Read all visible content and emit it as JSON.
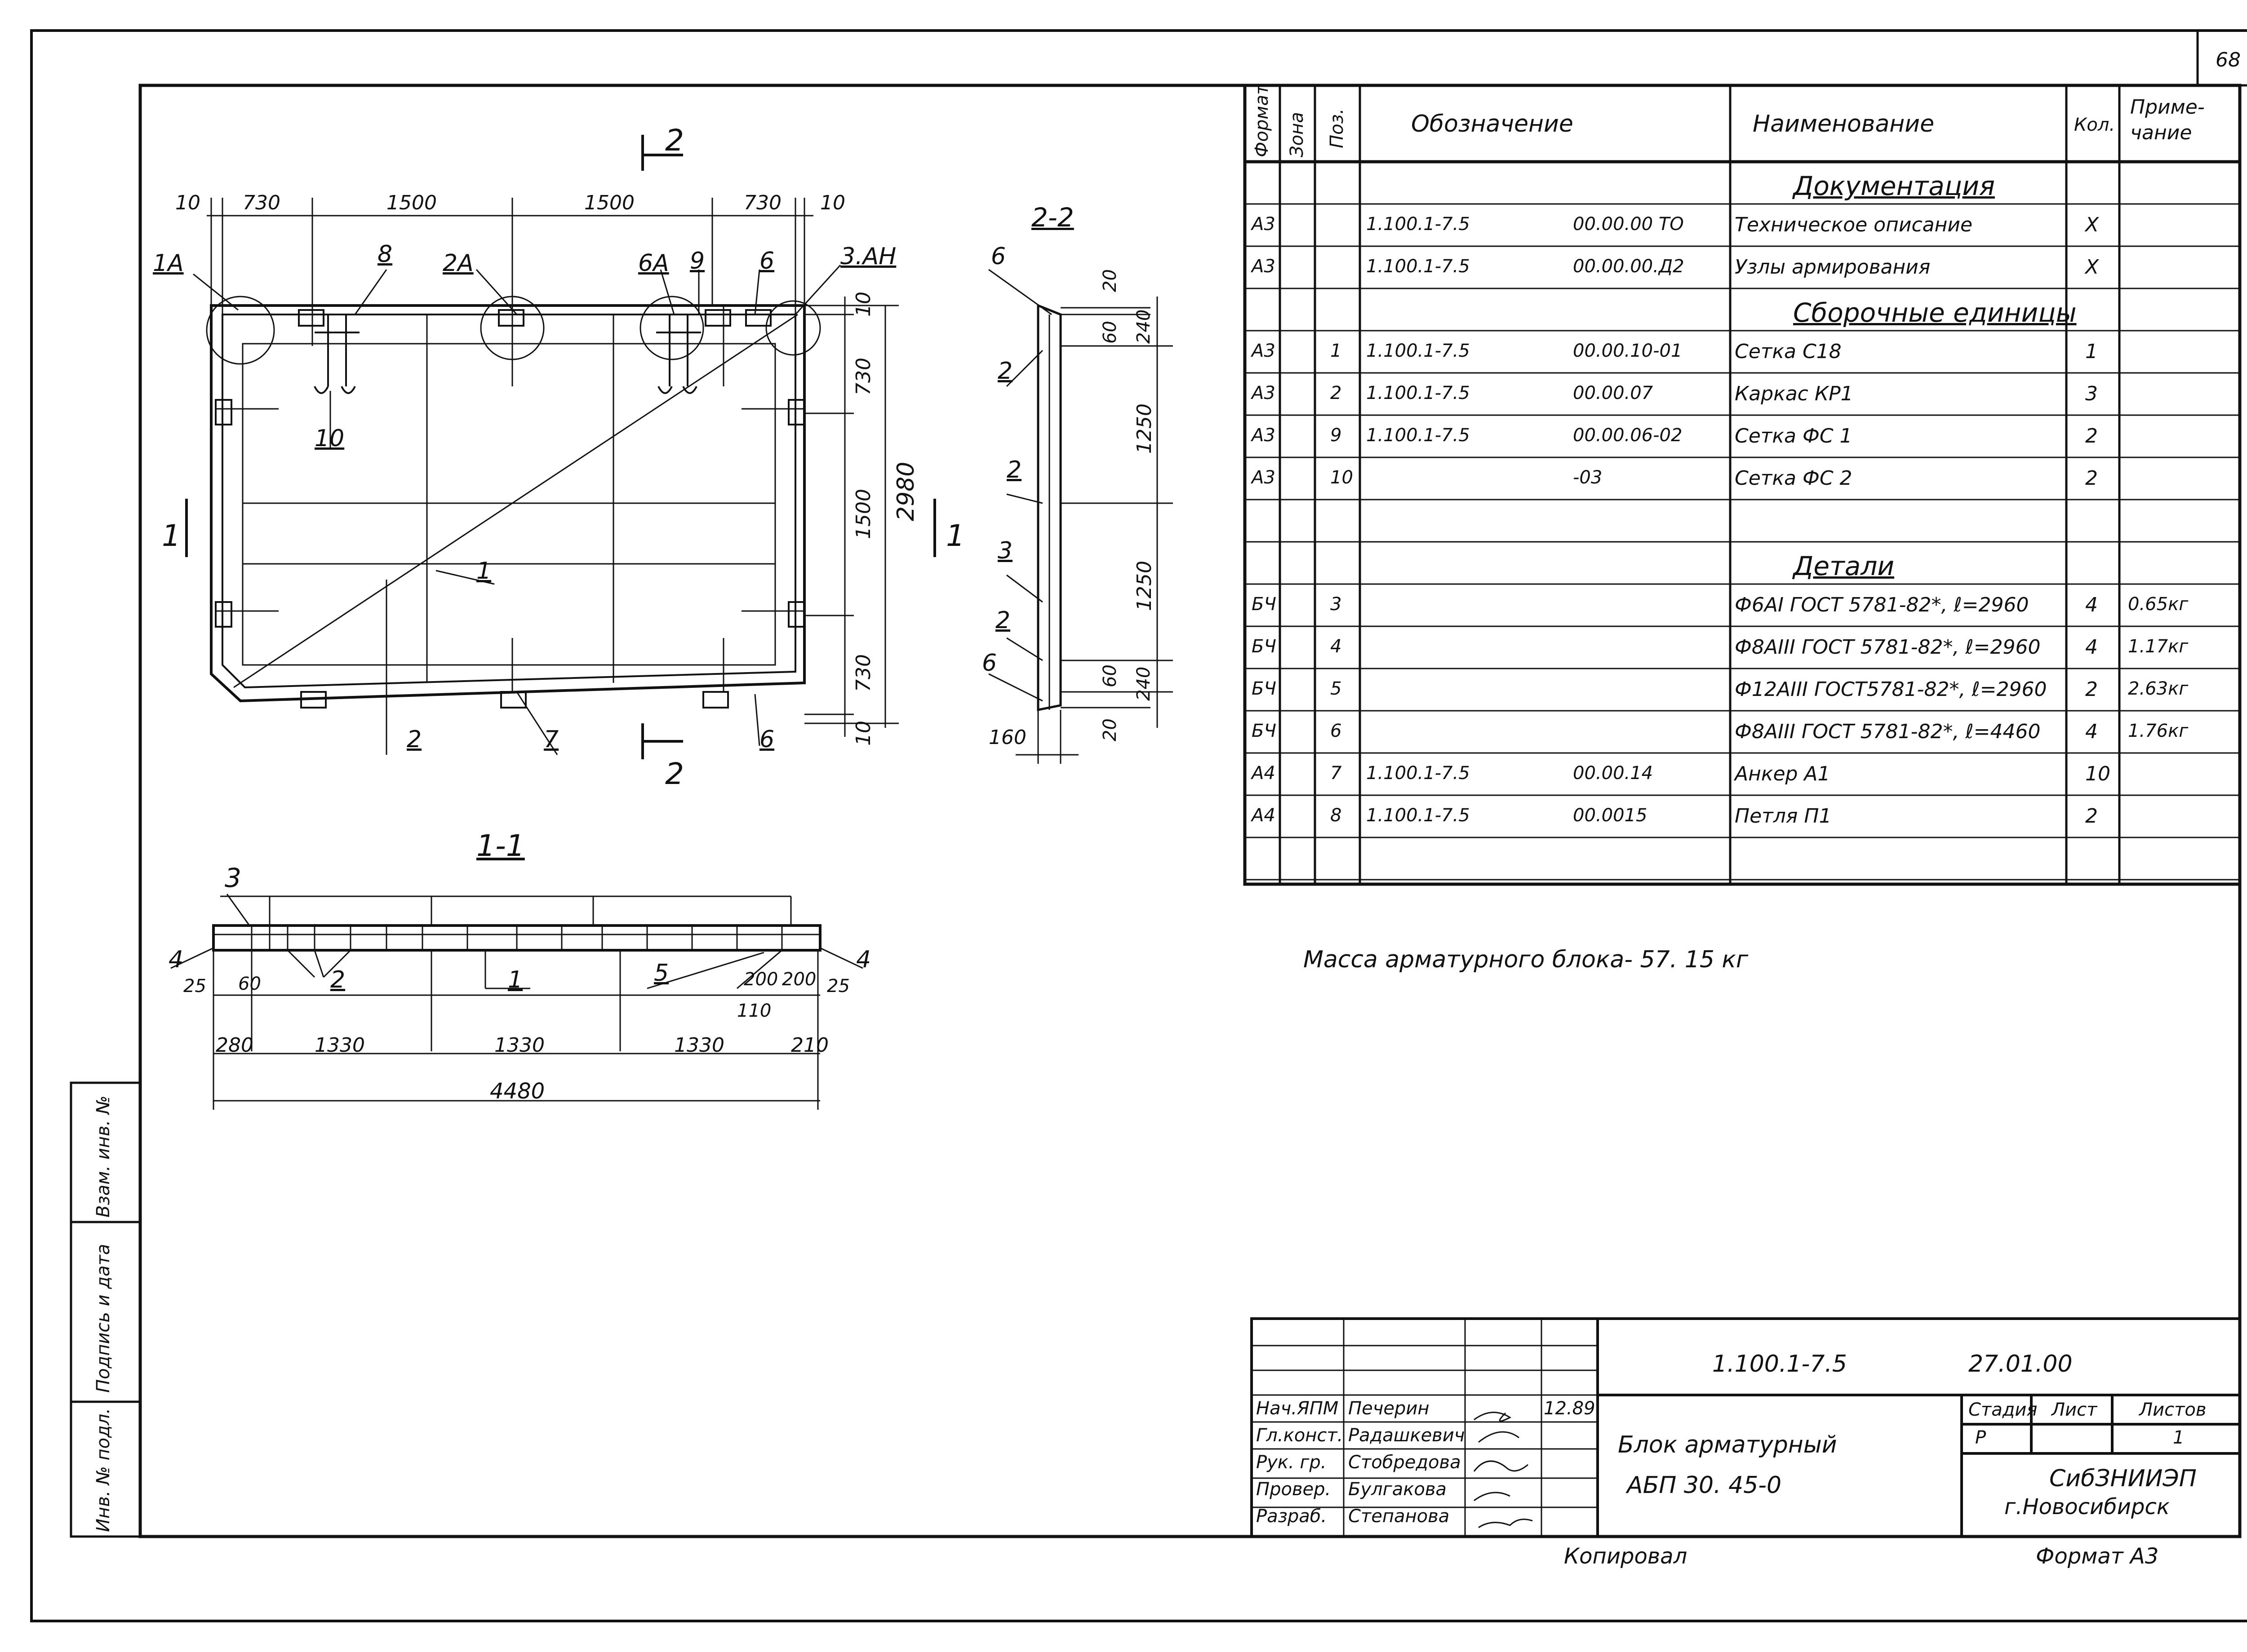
{
  "sheet_number": "68",
  "drawing": {
    "top_dims": [
      "10",
      "730",
      "1500",
      "1500",
      "730",
      "10"
    ],
    "side_dims": [
      "10",
      "730",
      "1500",
      "730",
      "10"
    ],
    "overall_height": "2980",
    "callouts_top": [
      "1A",
      "8",
      "2A",
      "6A",
      "9",
      "6",
      "3.AH"
    ],
    "callout_10": "10",
    "mark_2": "2",
    "mark_1": "1",
    "mark_7": "7",
    "mark_6": "6",
    "diag_1": "1"
  },
  "section_22": {
    "title": "2-2",
    "dims": [
      "20",
      "60",
      "240",
      "1250",
      "1250",
      "60",
      "240",
      "20"
    ],
    "width": "160",
    "labels": [
      "6",
      "2",
      "2",
      "3",
      "2",
      "6"
    ]
  },
  "section_11": {
    "title": "1-1",
    "label3": "3",
    "label4": "4",
    "label25": "25",
    "label60": "60",
    "label2": "2",
    "label1": "1",
    "label5": "5",
    "label200a": "200",
    "label200b": "200",
    "label110": "110",
    "dims": [
      "280",
      "1330",
      "1330",
      "1330",
      "210"
    ],
    "overall": "4480"
  },
  "spec_table": {
    "headers": {
      "format": "Формат",
      "zone": "Зона",
      "pos": "Поз.",
      "designation": "Обозначение",
      "name": "Наименование",
      "qty": "Кол.",
      "note": "Приме-\nчание"
    },
    "rows": [
      {
        "type": "section",
        "name": "Документация"
      },
      {
        "format": "А3",
        "pos": "",
        "des1": "1.100.1-7.5",
        "des2": "00.00.00 ТО",
        "name": "Техническое описание",
        "qty": "Х",
        "note": ""
      },
      {
        "format": "А3",
        "pos": "",
        "des1": "1.100.1-7.5",
        "des2": "00.00.00.Д2",
        "name": "Узлы армирования",
        "qty": "Х",
        "note": ""
      },
      {
        "type": "section",
        "name": "Сборочные единицы"
      },
      {
        "format": "А3",
        "pos": "1",
        "des1": "1.100.1-7.5",
        "des2": "00.00.10-01",
        "name": "Сетка С18",
        "qty": "1",
        "note": ""
      },
      {
        "format": "А3",
        "pos": "2",
        "des1": "1.100.1-7.5",
        "des2": "00.00.07",
        "name": "Каркас КР1",
        "qty": "3",
        "note": ""
      },
      {
        "format": "А3",
        "pos": "9",
        "des1": "1.100.1-7.5",
        "des2": "00.00.06-02",
        "name": "Сетка ФС 1",
        "qty": "2",
        "note": ""
      },
      {
        "format": "А3",
        "pos": "10",
        "des1": "",
        "des2": "-03",
        "name": "Сетка ФС 2",
        "qty": "2",
        "note": ""
      },
      {
        "type": "blank"
      },
      {
        "type": "section",
        "name": "Детали"
      },
      {
        "format": "БЧ",
        "pos": "3",
        "des1": "",
        "des2": "",
        "name": "Ф6АI ГОСТ 5781-82*, ℓ=2960",
        "qty": "4",
        "note": "0.65кг"
      },
      {
        "format": "БЧ",
        "pos": "4",
        "des1": "",
        "des2": "",
        "name": "Ф8АIII ГОСТ 5781-82*, ℓ=2960",
        "qty": "4",
        "note": "1.17кг"
      },
      {
        "format": "БЧ",
        "pos": "5",
        "des1": "",
        "des2": "",
        "name": "Ф12АIII ГОСТ5781-82*, ℓ=2960",
        "qty": "2",
        "note": "2.63кг"
      },
      {
        "format": "БЧ",
        "pos": "6",
        "des1": "",
        "des2": "",
        "name": "Ф8АIII ГОСТ 5781-82*, ℓ=4460",
        "qty": "4",
        "note": "1.76кг"
      },
      {
        "format": "А4",
        "pos": "7",
        "des1": "1.100.1-7.5",
        "des2": "00.00.14",
        "name": "Анкер А1",
        "qty": "10",
        "note": ""
      },
      {
        "format": "А4",
        "pos": "8",
        "des1": "1.100.1-7.5",
        "des2": "00.0015",
        "name": "Петля П1",
        "qty": "2",
        "note": ""
      },
      {
        "type": "blank"
      }
    ]
  },
  "mass_note": "Масса арматурного блока- 57. 15 кг",
  "side_stamp": [
    "Взам. инв. №",
    "Подпись и дата",
    "Инв. № подл."
  ],
  "title_block": {
    "code": "1.100.1-7.5",
    "code2": "27.01.00",
    "roles": [
      {
        "role": "Нач.ЯПМ",
        "name": "Печерин",
        "date": "12.89"
      },
      {
        "role": "Гл.конст.",
        "name": "Радашкевич",
        "date": ""
      },
      {
        "role": "Рук. гр.",
        "name": "Стобредова",
        "date": ""
      },
      {
        "role": "Провер.",
        "name": "Булгакова",
        "date": ""
      },
      {
        "role": "Разраб.",
        "name": "Степанова",
        "date": ""
      }
    ],
    "title1": "Блок арматурный",
    "title2": "АБП 30. 45-0",
    "stage_label": "Стадия",
    "sheet_label": "Лист",
    "sheets_label": "Листов",
    "stage": "Р",
    "sheet": "",
    "sheets": "1",
    "org1": "СибЗНИИЭП",
    "org2": "г.Новосибирск"
  },
  "bottom": {
    "copied": "Копировал",
    "format": "Формат А3"
  }
}
